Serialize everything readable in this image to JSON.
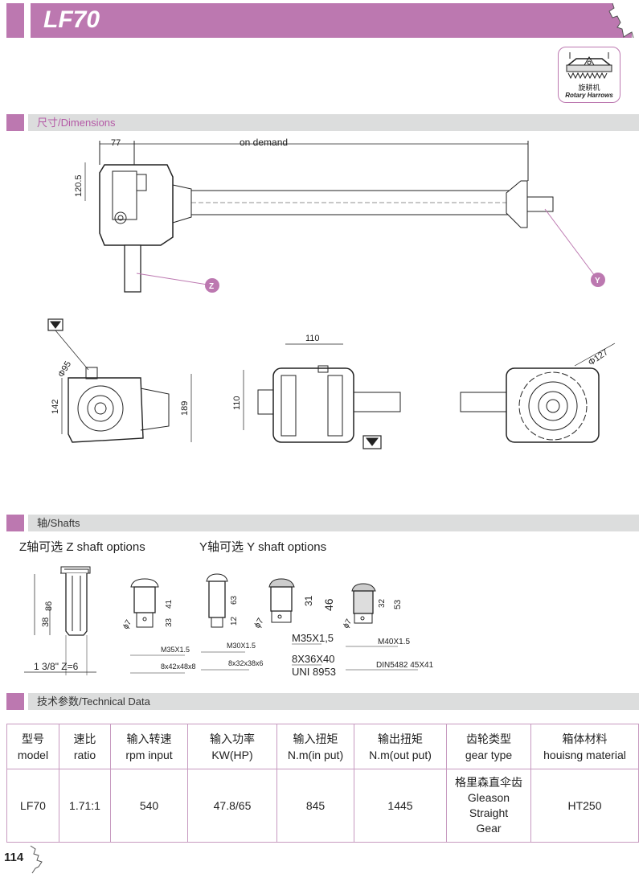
{
  "header": {
    "title": "LF70"
  },
  "badge": {
    "cn": "旋耕机",
    "en": "Rotary Harrows",
    "icon": "rotary-harrow-icon"
  },
  "sections": {
    "dimensions": "尺寸/Dimensions",
    "shafts": "轴/Shafts",
    "technical": "技术参数/Technical Data"
  },
  "dimensions": {
    "top_view": {
      "d77": "77",
      "on_demand": "on demand",
      "d120": "120.5",
      "label_z": "Z",
      "label_y": "Y"
    },
    "side_left": {
      "phi95": "Φ95",
      "d142": "142",
      "d189": "189"
    },
    "front": {
      "d110w": "110",
      "d110h": "110"
    },
    "side_right": {
      "phi127": "Φ127"
    }
  },
  "shafts": {
    "z_title": "Z轴可选 Z shaft options",
    "y_title": "Y轴可选 Y shaft options",
    "z": {
      "h86": "86",
      "h38": "38",
      "spec": "1 3/8\" Z=6"
    },
    "y1": {
      "h41": "41",
      "h33": "33",
      "phi": "ϕ7",
      "thread": "M35X1.5",
      "spline": "8x42x48x8"
    },
    "y2": {
      "h63": "63",
      "h12": "12",
      "thread": "M30X1.5",
      "spline": "8x32x38x6"
    },
    "y3": {
      "h31": "31",
      "h46": "46",
      "phi": "ϕ7",
      "thread": "M35X1,5",
      "spline": "8X36X40",
      "std": "UNI 8953"
    },
    "y4": {
      "h32": "32",
      "h53": "53",
      "phi": "ϕ7",
      "thread": "M40X1.5",
      "spline": "DIN5482  45X41"
    }
  },
  "table": {
    "headers": [
      {
        "cn": "型号",
        "en": "model"
      },
      {
        "cn": "速比",
        "en": "ratio"
      },
      {
        "cn": "输入转速",
        "en": "rpm input"
      },
      {
        "cn": "输入功率",
        "en": "KW(HP)"
      },
      {
        "cn": "输入扭矩",
        "en": "N.m(in put)"
      },
      {
        "cn": "输出扭矩",
        "en": "N.m(out put)"
      },
      {
        "cn": "齿轮类型",
        "en": "gear type"
      },
      {
        "cn": "箱体材料",
        "en": "houisng material"
      }
    ],
    "row": {
      "model": "LF70",
      "ratio": "1.71:1",
      "rpm": "540",
      "power": "47.8/65",
      "tin": "845",
      "tout": "1445",
      "gear": [
        "格里森直伞齿",
        "Gleason",
        "Straight",
        "Gear"
      ],
      "material": "HT250"
    }
  },
  "footer": {
    "page": "114"
  },
  "colors": {
    "accent": "#bc78b0",
    "bar": "#dcdddd",
    "section_text": "#b45aa6"
  }
}
